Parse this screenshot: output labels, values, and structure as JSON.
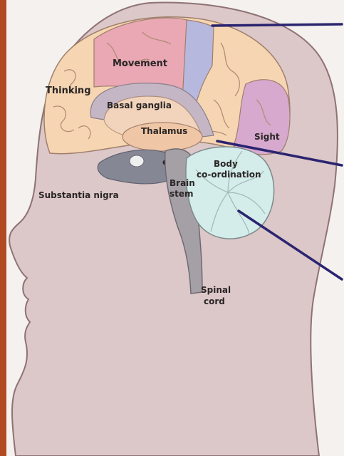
{
  "labels": {
    "thinking": "Thinking",
    "movement": "Movement",
    "basal_ganglia": "Basal ganglia",
    "thalamus": "Thalamus",
    "sight": "Sight",
    "body": "Body",
    "coordination": "co-ordination",
    "substantia_nigra": "Substantia nigra",
    "brain": "Brain",
    "stem": "stem",
    "spinal": "Spinal",
    "cord": "cord"
  },
  "colors": {
    "left_border": "#b14a22",
    "background": "#f4f1ee",
    "head_skin": "#dcc7c9",
    "head_outline": "#8e7274",
    "frontal_lobe": "#f6d6b2",
    "motor_cortex": "#e9a8b4",
    "sensory_strip": "#b7b8de",
    "parietal_lobe": "#f6d6b2",
    "occipital_lobe": "#d7a9cf",
    "basal_ganglia": "#c4b6c4",
    "thalamus": "#efc7a6",
    "brain_stem": "#a5a0a6",
    "cerebellum": "#d4ecea",
    "dark_region": "#858794",
    "pointer_line": "#2a2470"
  }
}
